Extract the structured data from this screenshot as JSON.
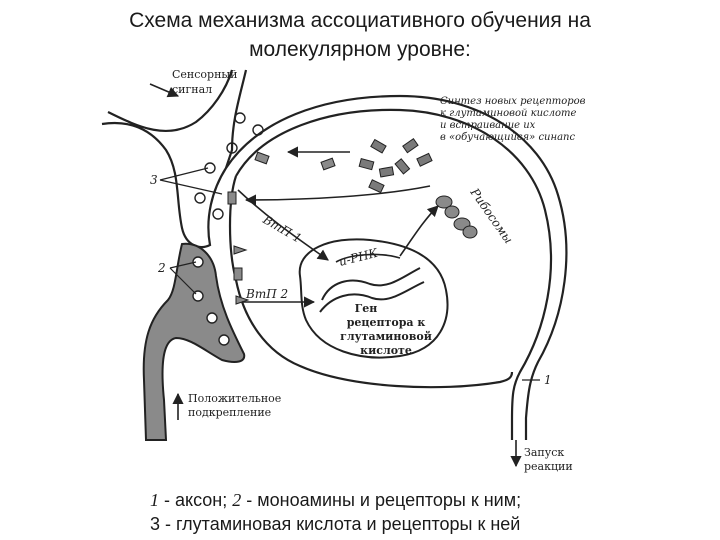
{
  "title": {
    "line1": "Схема механизма ассоциативного обучения на",
    "line2": "молекулярном уровне:"
  },
  "labels": {
    "sensory_1": "Сенсорный",
    "sensory_2": "сигнал",
    "synthesis_1": "Синтез новых рецепторов",
    "synthesis_2": "к глутаминовой кислоте",
    "synthesis_3": "и встраивание их",
    "synthesis_4": "в «обучающийся» синапс",
    "ribosomes": "Рибосомы",
    "vtp1": "ВтП 1",
    "vtp2": "ВтП 2",
    "mrna": "и-РНК",
    "gene_1": "Ген",
    "gene_2": "рецептора к",
    "gene_3": "глутаминовой",
    "gene_4": "кислоте",
    "positive_1": "Положительное",
    "positive_2": "подкрепление",
    "reaction_1": "Запуск",
    "reaction_2": "реакции",
    "num1": "1",
    "num2": "2",
    "num3": "3"
  },
  "caption": {
    "line1_num1": "1",
    "line1_text1": " - аксон; ",
    "line1_num2": "2",
    "line1_text2": " - моноамины и рецепторы к ним;",
    "line2": "3 - глутаминовая кислота и рецепторы к ней"
  }
}
